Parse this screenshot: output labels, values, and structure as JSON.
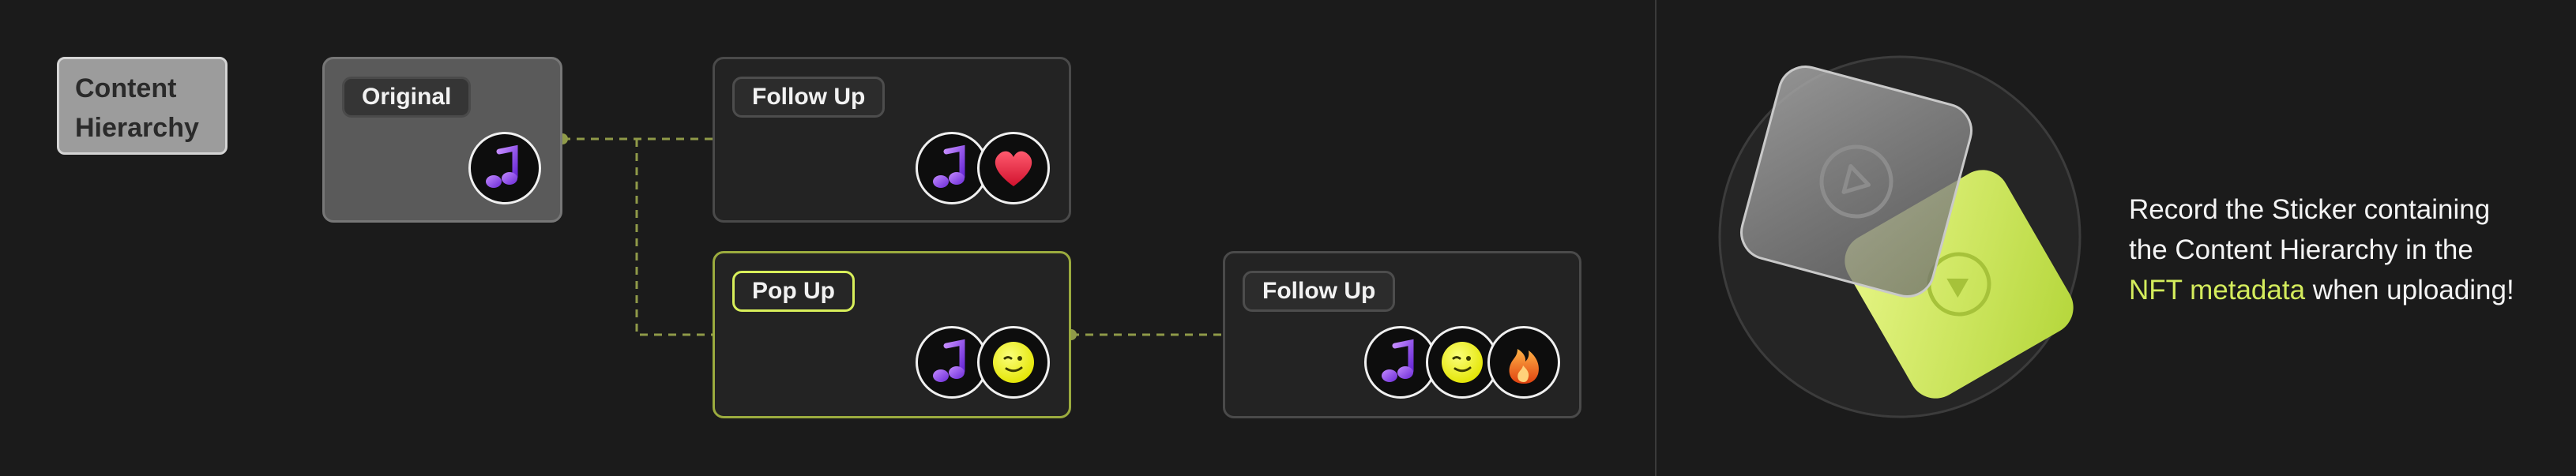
{
  "diagram": {
    "title": "Content Hierarchy",
    "nodes": [
      {
        "id": "original",
        "label": "Original",
        "stickers": [
          "music-note"
        ]
      },
      {
        "id": "follow-up-1",
        "label": "Follow Up",
        "stickers": [
          "music-note",
          "heart"
        ]
      },
      {
        "id": "pop-up",
        "label": "Pop Up",
        "stickers": [
          "music-note",
          "winking-face"
        ]
      },
      {
        "id": "follow-up-2",
        "label": "Follow Up",
        "stickers": [
          "music-note",
          "winking-face",
          "fire"
        ]
      }
    ],
    "edges": [
      {
        "from": "original",
        "to": "follow-up-1"
      },
      {
        "from": "original",
        "to": "pop-up"
      },
      {
        "from": "pop-up",
        "to": "follow-up-2"
      }
    ]
  },
  "caption": {
    "line1": "Record the Sticker containing",
    "line2": "the Content Hierarchy in the",
    "highlight": "NFT metadata",
    "line3_rest": " when uploading!"
  },
  "colors": {
    "background": "#1b1b1b",
    "accent": "#d4ec5c",
    "connector": "#8f9a48"
  }
}
